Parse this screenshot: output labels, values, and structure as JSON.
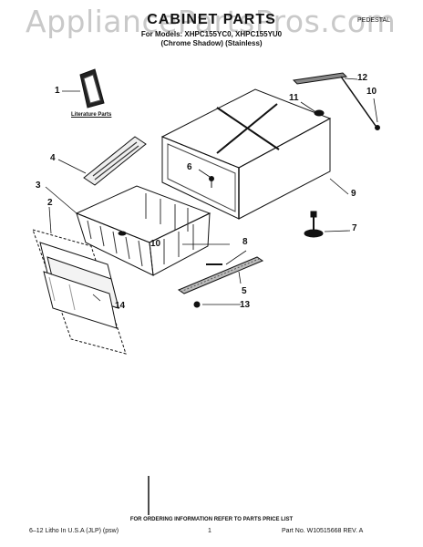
{
  "watermark": "AppliancePartsPros.com",
  "header": {
    "title": "CABINET PARTS",
    "models": "For Models: XHPC155YC0, XHPC155YU0",
    "finish": "(Chrome Shadow)  (Stainless)",
    "pedestal": "PEDESTAL"
  },
  "literature_label": "Literature Parts",
  "callouts": {
    "c1": "1",
    "c2": "2",
    "c3": "3",
    "c4": "4",
    "c5": "5",
    "c6": "6",
    "c7": "7",
    "c8": "8",
    "c9": "9",
    "c10a": "10",
    "c10b": "10",
    "c11": "11",
    "c12": "12",
    "c13": "13",
    "c14": "14"
  },
  "footer": {
    "note": "FOR ORDERING INFORMATION REFER TO PARTS PRICE LIST",
    "left": "6–12 Litho In U.S.A (JLP) (psw)",
    "center": "1",
    "right": "Part No. W10515668 REV. A"
  }
}
